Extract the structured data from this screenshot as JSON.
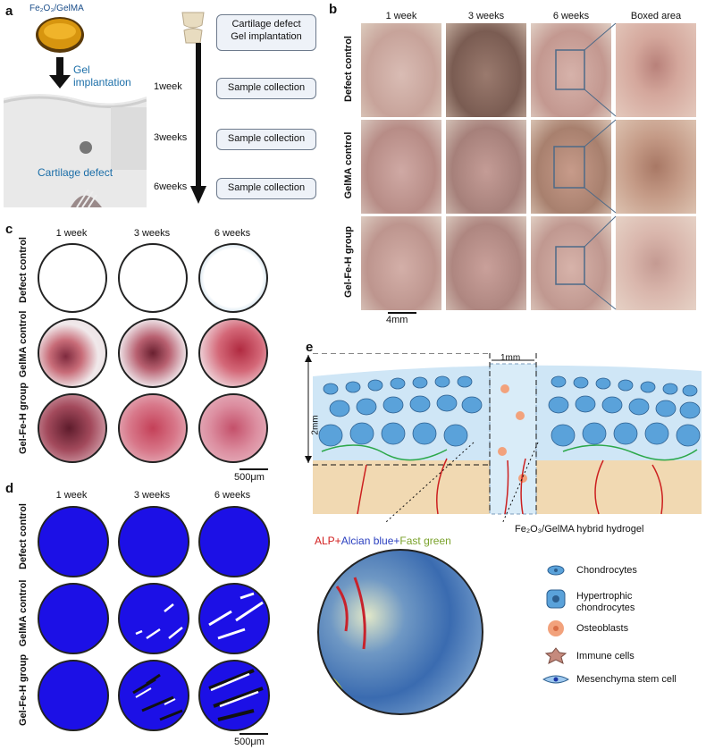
{
  "panel_a": {
    "label": "a",
    "gel_name": "Fe₂O₃/GelMA",
    "gel_arrow_text": "Gel\nimplantation",
    "defect_text": "Cartilage defect",
    "timeline": [
      {
        "time": "",
        "box": "Cartilage defect\nGel implantation"
      },
      {
        "time": "1week",
        "box": "Sample collection"
      },
      {
        "time": "3weeks",
        "box": "Sample collection"
      },
      {
        "time": "6weeks",
        "box": "Sample collection"
      }
    ]
  },
  "panel_b": {
    "label": "b",
    "columns": [
      "1 week",
      "3 weeks",
      "6 weeks",
      "Boxed area"
    ],
    "rows": [
      "Defect control",
      "GelMA control",
      "Gel-Fe-H group"
    ],
    "scale": "4mm"
  },
  "panel_c": {
    "label": "c",
    "columns": [
      "1 week",
      "3 weeks",
      "6 weeks"
    ],
    "rows": [
      "Defect control",
      "GelMA control",
      "Gel-Fe-H group"
    ],
    "scale": "500μm"
  },
  "panel_d": {
    "label": "d",
    "columns": [
      "1 week",
      "3 weeks",
      "6 weeks"
    ],
    "rows": [
      "Defect control",
      "GelMA control",
      "Gel-Fe-H group"
    ],
    "scale": "500μm"
  },
  "panel_e": {
    "label": "e",
    "width_label": "1mm",
    "depth_label": "2mm",
    "hydrogel_label": "Fe₂O₃/GelMA hybrid hydrogel",
    "stain_alp": "ALP+",
    "stain_alcian": "Alcian blue+",
    "stain_fast": "Fast green",
    "legend": [
      "Chondrocytes",
      "Hypertrophic\nchondrocytes",
      "Osteoblasts",
      "Immune cells",
      "Mesenchyma stem cell"
    ]
  },
  "colors": {
    "stain_red": "#d21e1e",
    "stain_blue": "#2a3fbf",
    "stain_green": "#7aa22b",
    "blue_fill": "#1c10e6"
  }
}
